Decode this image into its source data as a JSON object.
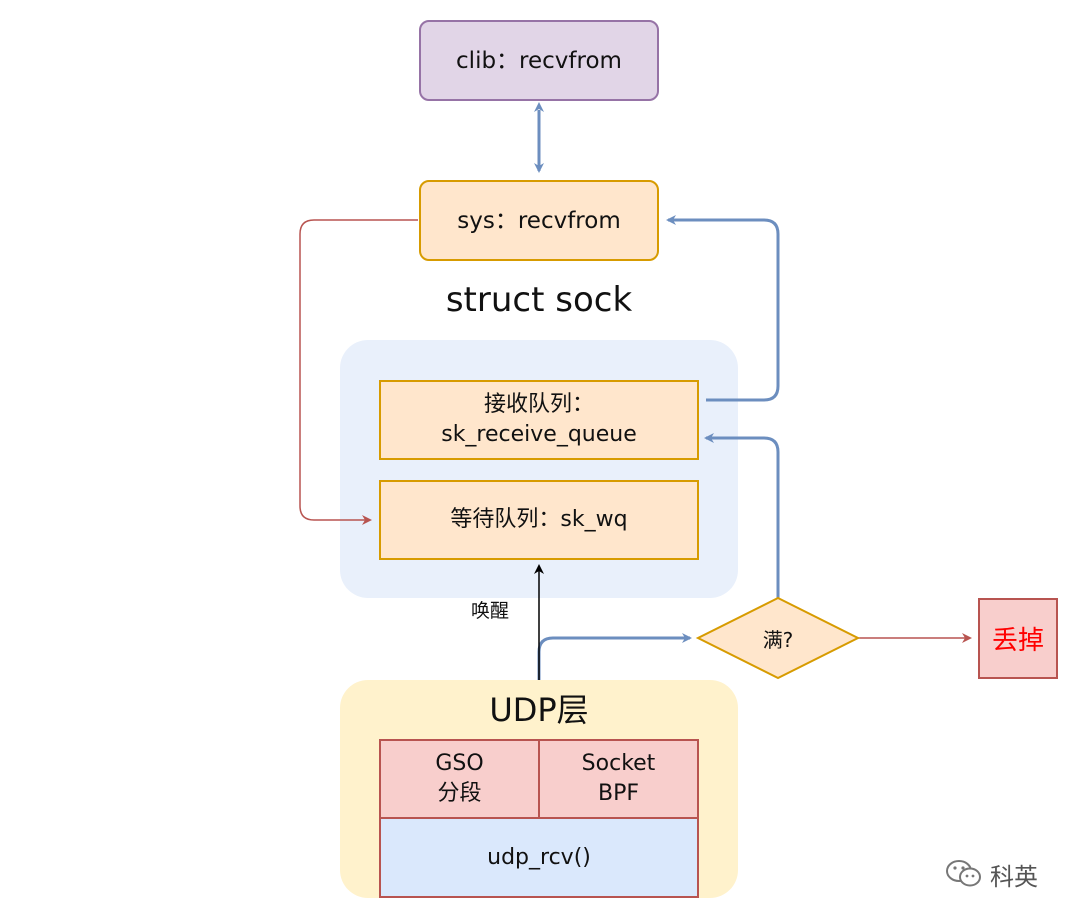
{
  "nodes": {
    "clib": "clib：recvfrom",
    "sys": "sys：recvfrom",
    "struct_sock_title": "struct sock",
    "receive_queue_line1": "接收队列：",
    "receive_queue_line2": "sk_receive_queue",
    "wait_queue": "等待队列：sk_wq",
    "full_decision": "满?",
    "drop": "丢掉",
    "udp_layer_title": "UDP层",
    "gso_line1": "GSO",
    "gso_line2": "分段",
    "socket_bpf_line1": "Socket",
    "socket_bpf_line2": "BPF",
    "udp_rcv": "udp_rcv()"
  },
  "edge_labels": {
    "wakeup": "唤醒"
  },
  "watermark": {
    "text": "科英"
  },
  "colors": {
    "blue_arrow": "#6c8ebf",
    "red_arrow": "#b85450",
    "black_arrow": "#000000",
    "drop_text": "#ff0000"
  }
}
